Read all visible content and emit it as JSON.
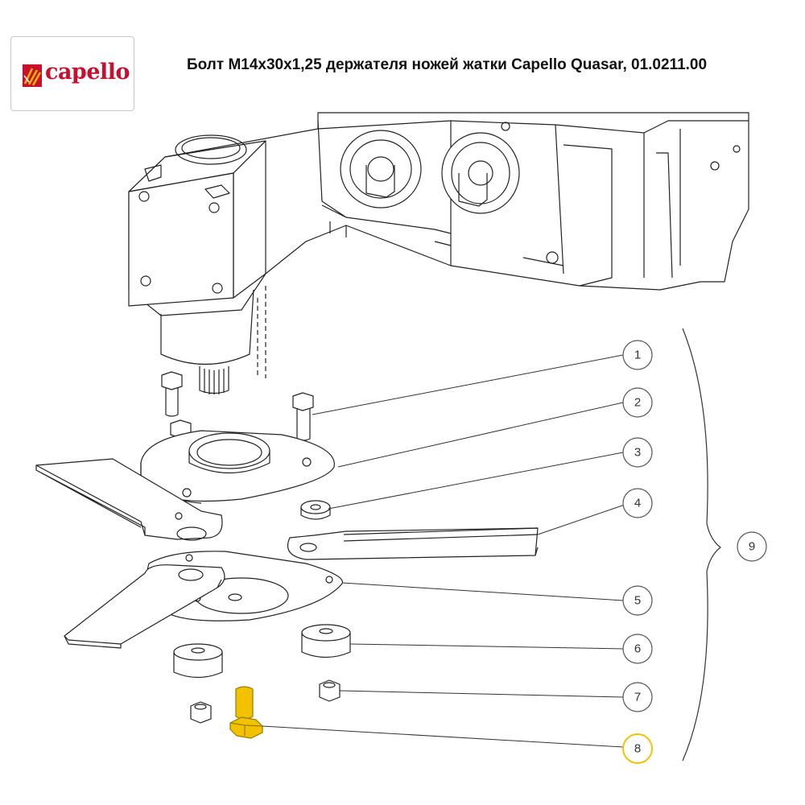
{
  "logo": {
    "text": "capello"
  },
  "title": "Болт М14х30х1,25 держателя ножей жатки Capello Quasar, 01.0211.00",
  "callouts": [
    {
      "num": "1"
    },
    {
      "num": "2"
    },
    {
      "num": "3"
    },
    {
      "num": "4"
    },
    {
      "num": "5"
    },
    {
      "num": "6"
    },
    {
      "num": "7"
    },
    {
      "num": "8",
      "highlight": true
    },
    {
      "num": "9"
    }
  ],
  "colors": {
    "highlight": "#f2c200",
    "brand": "#c8102e",
    "line": "#222222"
  }
}
